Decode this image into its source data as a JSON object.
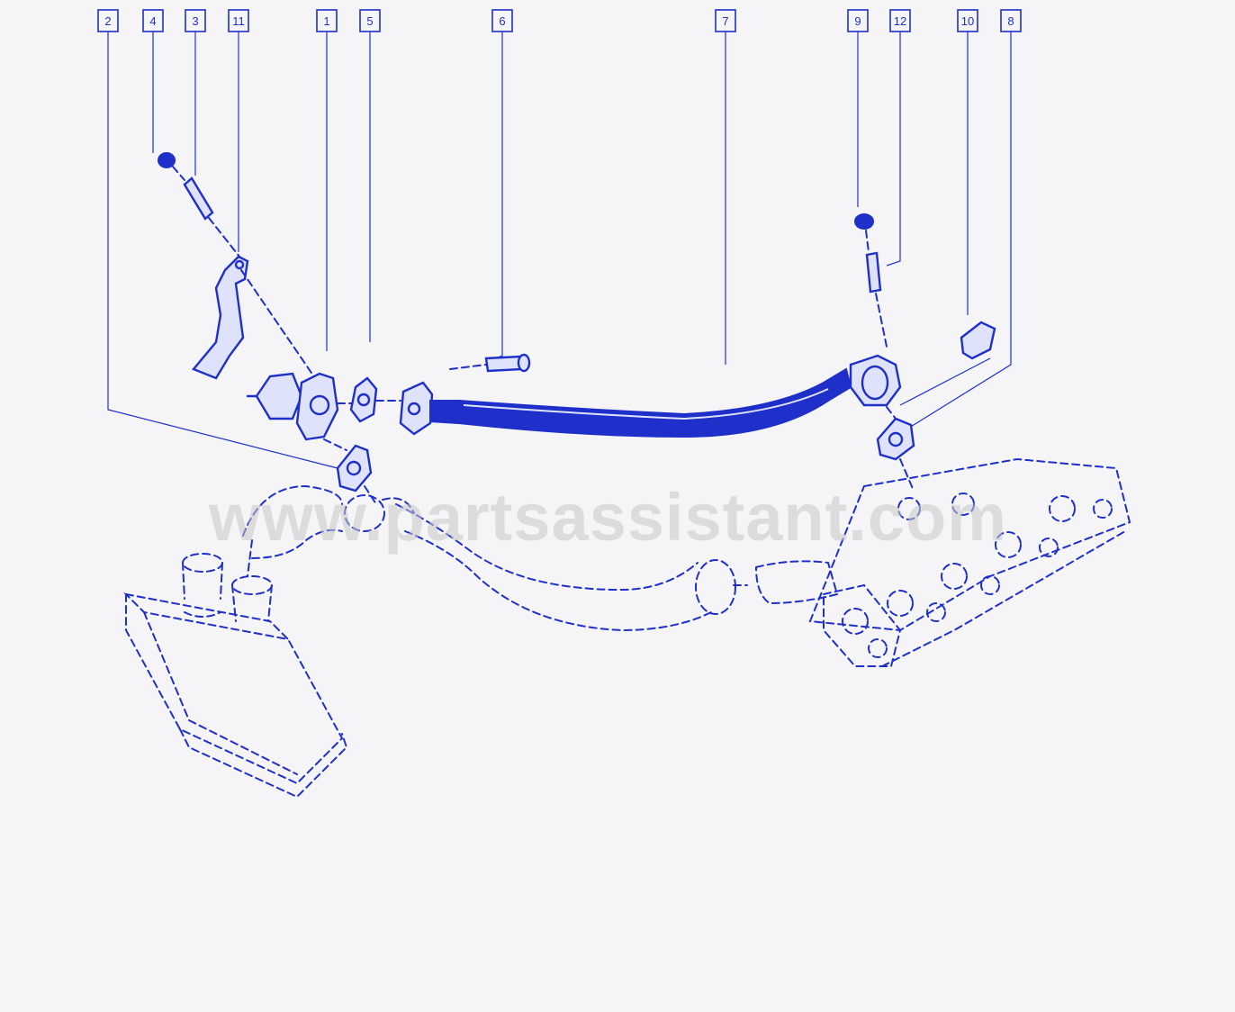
{
  "callouts": [
    {
      "id": "2",
      "label": "2"
    },
    {
      "id": "4",
      "label": "4"
    },
    {
      "id": "3",
      "label": "3"
    },
    {
      "id": "11",
      "label": "11"
    },
    {
      "id": "1",
      "label": "1"
    },
    {
      "id": "5",
      "label": "5"
    },
    {
      "id": "6",
      "label": "6"
    },
    {
      "id": "7",
      "label": "7"
    },
    {
      "id": "9",
      "label": "9"
    },
    {
      "id": "12",
      "label": "12"
    },
    {
      "id": "10",
      "label": "10"
    },
    {
      "id": "8",
      "label": "8"
    }
  ],
  "watermark": "www.partsassistant.com",
  "colors": {
    "ink": "#1f2fc9",
    "background": "#f5f5f7",
    "watermark": "#c8c8c8"
  }
}
